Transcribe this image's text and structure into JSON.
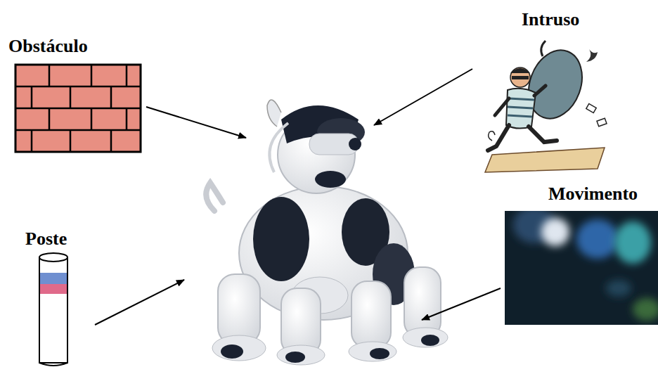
{
  "diagram": {
    "labels": [
      "Obstáculo",
      "Intruso",
      "Poste",
      "Movimento"
    ]
  }
}
